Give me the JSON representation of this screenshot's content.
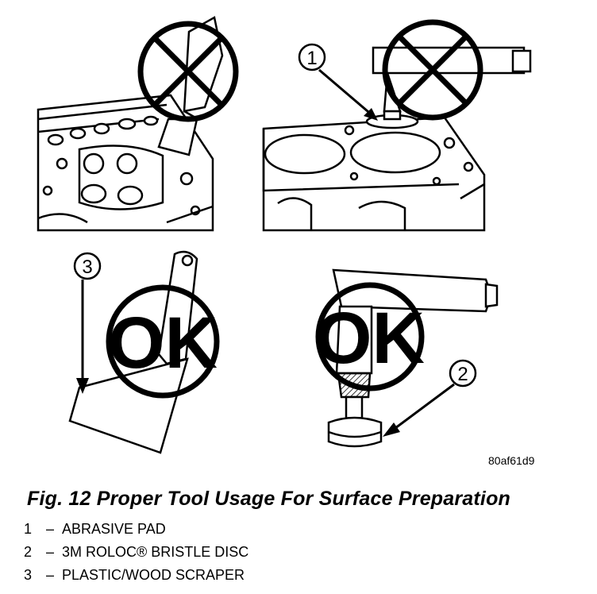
{
  "figure": {
    "id": "80af61d9",
    "callouts": [
      "1",
      "2",
      "3"
    ],
    "ok_label": "OK"
  },
  "caption": "Fig. 12 Proper Tool Usage For Surface Preparation",
  "legend": [
    {
      "num": "1",
      "dash": "–",
      "text": "ABRASIVE PAD"
    },
    {
      "num": "2",
      "dash": "–",
      "text": "3M ROLOC® BRISTLE DISC"
    },
    {
      "num": "3",
      "dash": "–",
      "text": "PLASTIC/WOOD SCRAPER"
    }
  ]
}
